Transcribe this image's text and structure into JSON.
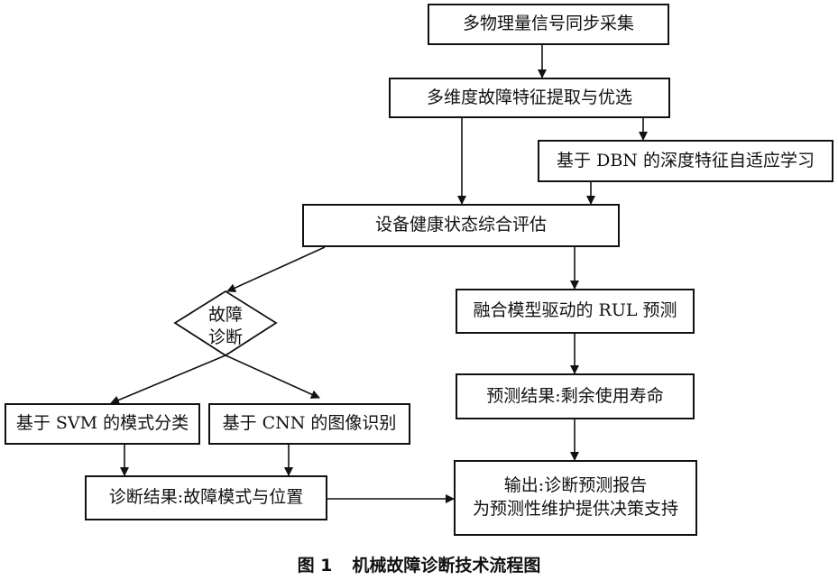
{
  "nodes": {
    "n1": "多物理量信号同步采集",
    "n2": "多维度故障特征提取与优选",
    "n3": "基于 DBN 的深度特征自适应学习",
    "n4": "设备健康状态综合评估",
    "decision": [
      "故障",
      "诊断"
    ],
    "n5": "融合模型驱动的 RUL 预测",
    "n6": "预测结果:剩余使用寿命",
    "n7": "基于 SVM 的模式分类",
    "n8": "基于 CNN 的图像识别",
    "n9": "诊断结果:故障模式与位置",
    "n10": [
      "输出:诊断预测报告",
      "为预测性维护提供决策支持"
    ]
  },
  "caption": {
    "figure_number": "图 1",
    "title": "机械故障诊断技术流程图"
  }
}
